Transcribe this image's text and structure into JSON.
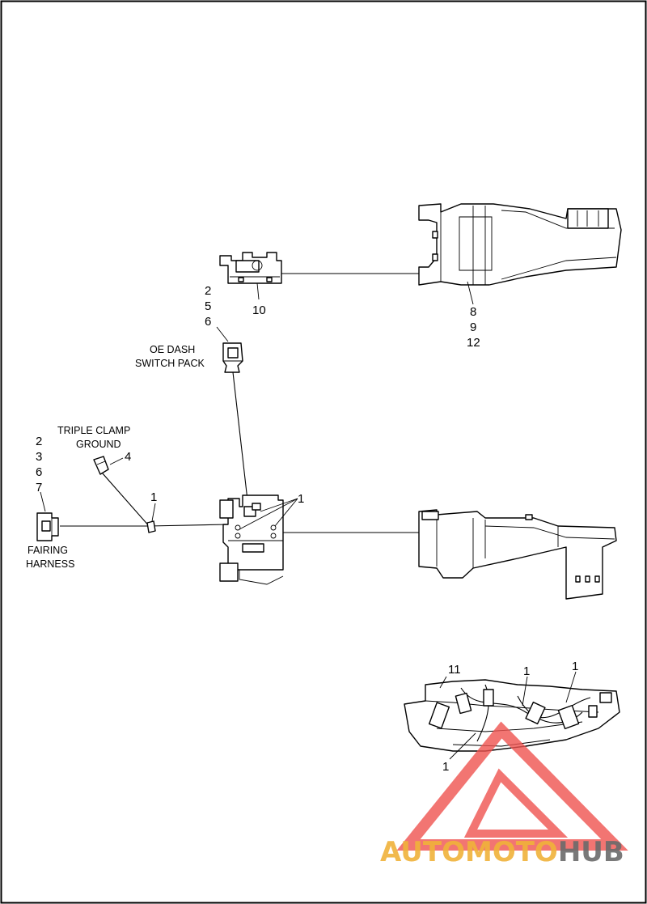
{
  "callouts": {
    "c10": "10",
    "c2_top": "2",
    "c5_top": "5",
    "c6_top": "6",
    "c8": "8",
    "c9": "9",
    "c12": "12",
    "c2_left": "2",
    "c3_left": "3",
    "c6_left": "6",
    "c7_left": "7",
    "c4": "4",
    "c1_clamp": "1",
    "c1_cluster": "1",
    "c11": "11",
    "c1_inset_a": "1",
    "c1_inset_b": "1",
    "c1_inset_c": "1"
  },
  "labels": {
    "oe_dash_line1": "OE DASH",
    "oe_dash_line2": "SWITCH PACK",
    "triple_clamp_line1": "TRIPLE CLAMP",
    "triple_clamp_line2": "GROUND",
    "fairing_line1": "FAIRING",
    "fairing_line2": "HARNESS"
  },
  "watermark": {
    "part1": "AUTO",
    "part2": "MOTO",
    "part3": "HUB",
    "color_primary": "#f0b23a",
    "color_secondary": "#6b6b6b",
    "logo_color": "#ef5350"
  }
}
